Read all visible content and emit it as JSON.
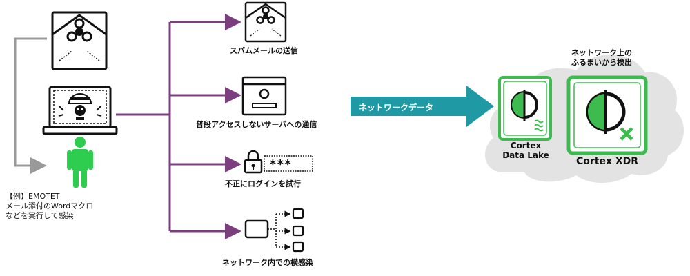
{
  "colors": {
    "purple": "#7b3f7f",
    "gray_line": "#999999",
    "green": "#2ecc4f",
    "product_green": "#3dbb4f",
    "teal": "#1f9aa5",
    "cloud": "#e3e3e3",
    "dark": "#111111"
  },
  "infection": {
    "caption_lines": [
      "【例】EMOTET",
      "メール添付のWordマクロ",
      "などを実行して感染"
    ],
    "icons": [
      "malicious-email-icon",
      "infected-laptop-icon",
      "user-icon"
    ]
  },
  "behaviors": [
    {
      "label": "スパムメールの送信",
      "icon": "spam-email-icon"
    },
    {
      "label": "普段アクセスしないサーバへの通信",
      "icon": "browser-window-icon"
    },
    {
      "label": "不正にログインを試行",
      "icon": "lock-password-icon"
    },
    {
      "label": "ネットワーク内での横感染",
      "icon": "network-spread-icon"
    }
  ],
  "flow": {
    "arrow_label": "ネットワークデータ"
  },
  "detection": {
    "heading_lines": [
      "ネットワーク上の",
      "ふるまいから検出"
    ],
    "products": [
      {
        "name_lines": [
          "Cortex",
          "Data Lake"
        ],
        "icon": "cortex-data-lake-icon"
      },
      {
        "name_lines": [
          "Cortex XDR"
        ],
        "icon": "cortex-xdr-icon"
      }
    ]
  },
  "password_mask": "***"
}
